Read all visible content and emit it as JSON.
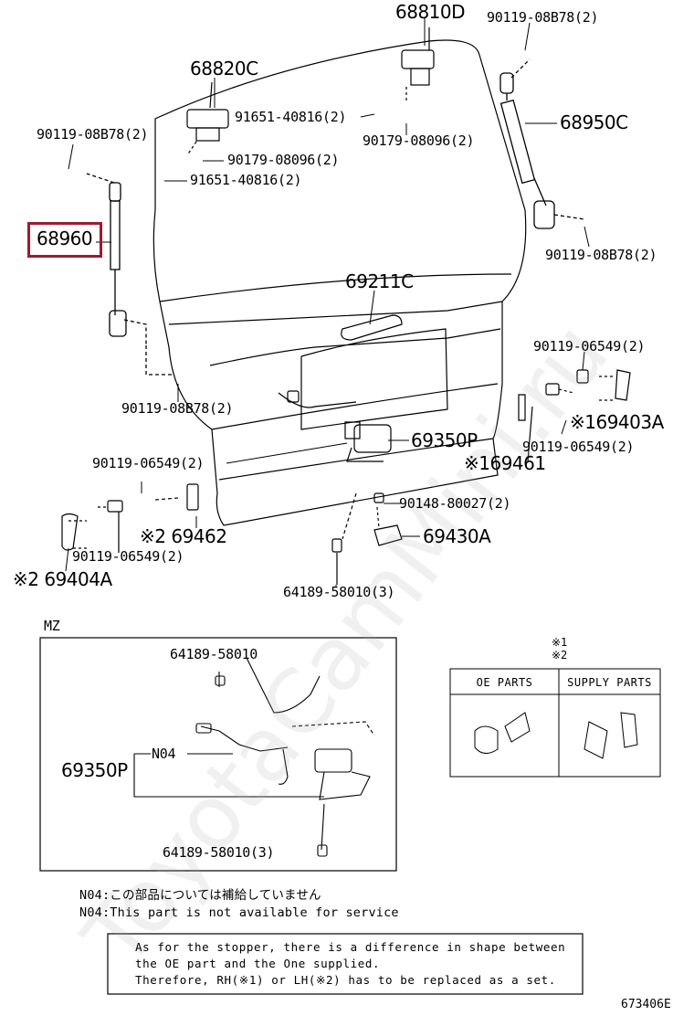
{
  "parts": {
    "p68810D": "68810D",
    "p90119_08B78_2_tr": "90119-08B78(2)",
    "p68820C": "68820C",
    "p91651_40816_2_a": "91651-40816(2)",
    "p90119_08B78_2_tl": "90119-08B78(2)",
    "p90179_08096_2_a": "90179-08096(2)",
    "p68950C": "68950C",
    "p90179_08096_2_b": "90179-08096(2)",
    "p91651_40816_2_b": "91651-40816(2)",
    "p68960": "68960",
    "p90119_08B78_2_r": "90119-08B78(2)",
    "p69211C": "69211C",
    "p90119_06549_2_r": "90119-06549(2)",
    "p90119_08B78_2_l": "90119-08B78(2)",
    "p69403A": "※169403A",
    "p69350P": "69350P",
    "p90119_06549_2_r2": "90119-06549(2)",
    "p90119_06549_2_l": "90119-06549(2)",
    "p69461": "※169461",
    "p90148_80027_2": "90148-80027(2)",
    "p69462": "※2 69462",
    "p69430A": "69430A",
    "p90119_06549_2_l2": "90119-06549(2)",
    "p69404A": "※2 69404A",
    "p64189_58010_3": "64189-58010(3)"
  },
  "inset": {
    "title": "MZ",
    "p64189_58010": "64189-58010",
    "p69350P": "69350P",
    "n04": "N04",
    "p64189_58010_3": "64189-58010(3)"
  },
  "table": {
    "mark1": "※1",
    "mark2": "※2",
    "col1": "OE PARTS",
    "col2": "SUPPLY PARTS"
  },
  "notes": {
    "jp": "N04:この部品については補給していません",
    "en": "N04:This part is not available for service",
    "box_line1": "As for the stopper, there is a difference in shape between",
    "box_line2": "the OE part and the One supplied.",
    "box_line3": "Therefore, RH(※1) or LH(※2) has to be replaced as a set."
  },
  "diagram_id": "673406E",
  "highlight_color": "#9b1b30"
}
